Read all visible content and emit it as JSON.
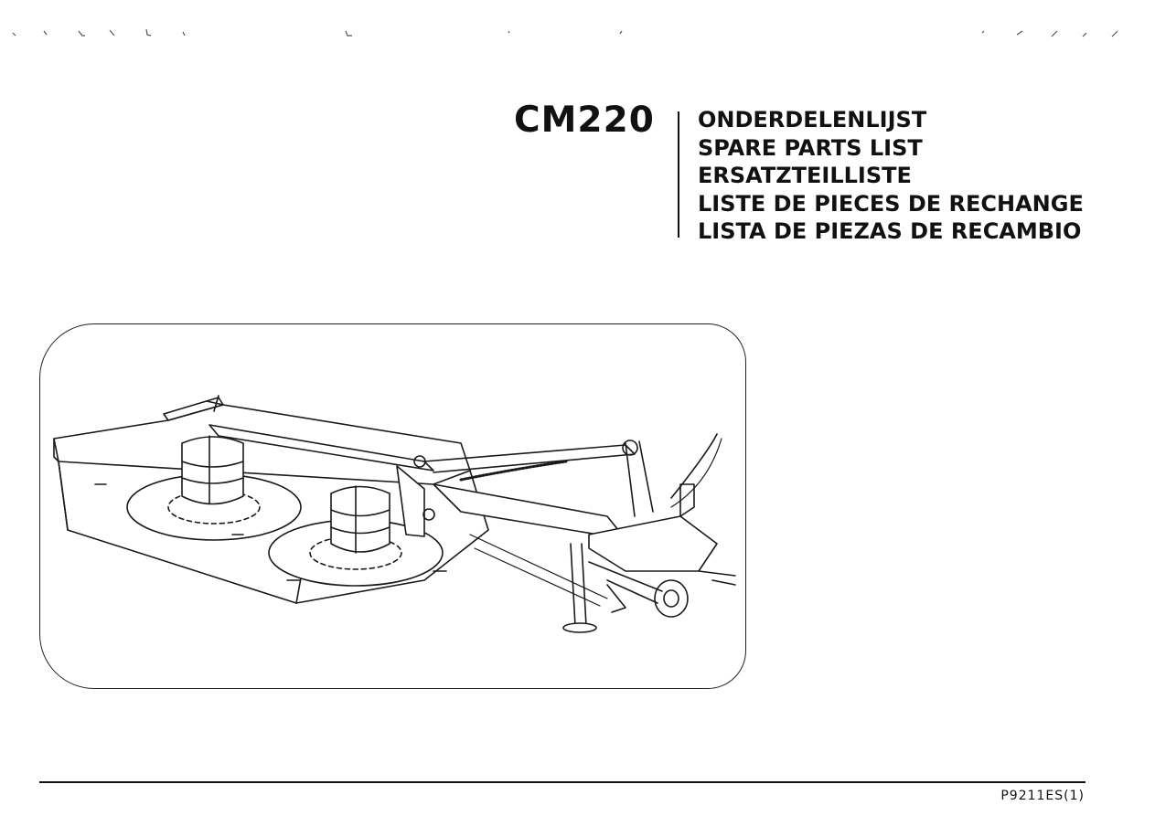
{
  "header": {
    "model": "CM220",
    "titles": [
      "ONDERDELENLIJST",
      "SPARE PARTS LIST",
      "ERSATZTEILLISTE",
      "LISTE DE PIECES DE RECHANGE",
      "LISTA DE PIEZAS DE RECAMBIO"
    ]
  },
  "illustration": {
    "icon": "disc-mower-drawing"
  },
  "footer": {
    "code": "P9211ES(1)"
  }
}
